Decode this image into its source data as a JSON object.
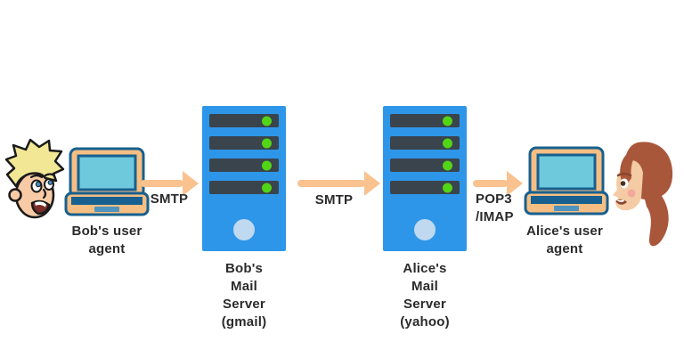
{
  "diagram": {
    "bob_agent": {
      "line1": "Bob's user",
      "line2": "agent"
    },
    "bob_server": {
      "line1": "Bob's",
      "line2": "Mail",
      "line3": "Server",
      "line4": "(gmail)"
    },
    "alice_server": {
      "line1": "Alice's",
      "line2": "Mail",
      "line3": "Server",
      "line4": "(yahoo)"
    },
    "alice_agent": {
      "line1": "Alice's user",
      "line2": "agent"
    },
    "arrow1": {
      "label": "SMTP"
    },
    "arrow2": {
      "label": "SMTP"
    },
    "arrow3": {
      "line1": "POP3",
      "line2": "/IMAP"
    }
  },
  "colors": {
    "background": "#ffffff",
    "server-blue": "#2E96E8",
    "slot-dark": "#39444D",
    "led-green": "#52D417",
    "power-dot": "#BFD9F0",
    "arrow-peach": "#F9C28F",
    "label-text": "#2B2B2B",
    "laptop-tan": "#F6BE83",
    "laptop-outline": "#17608F",
    "screen-teal": "#6EC9DC",
    "touchpad-blue": "#4E94BE",
    "bob-hair": "#F2E795",
    "bob-skin": "#F8CBA6",
    "alice-hair": "#A9573B",
    "alice-skin": "#F4CBA4",
    "blush-pink": "#F2A29B"
  }
}
